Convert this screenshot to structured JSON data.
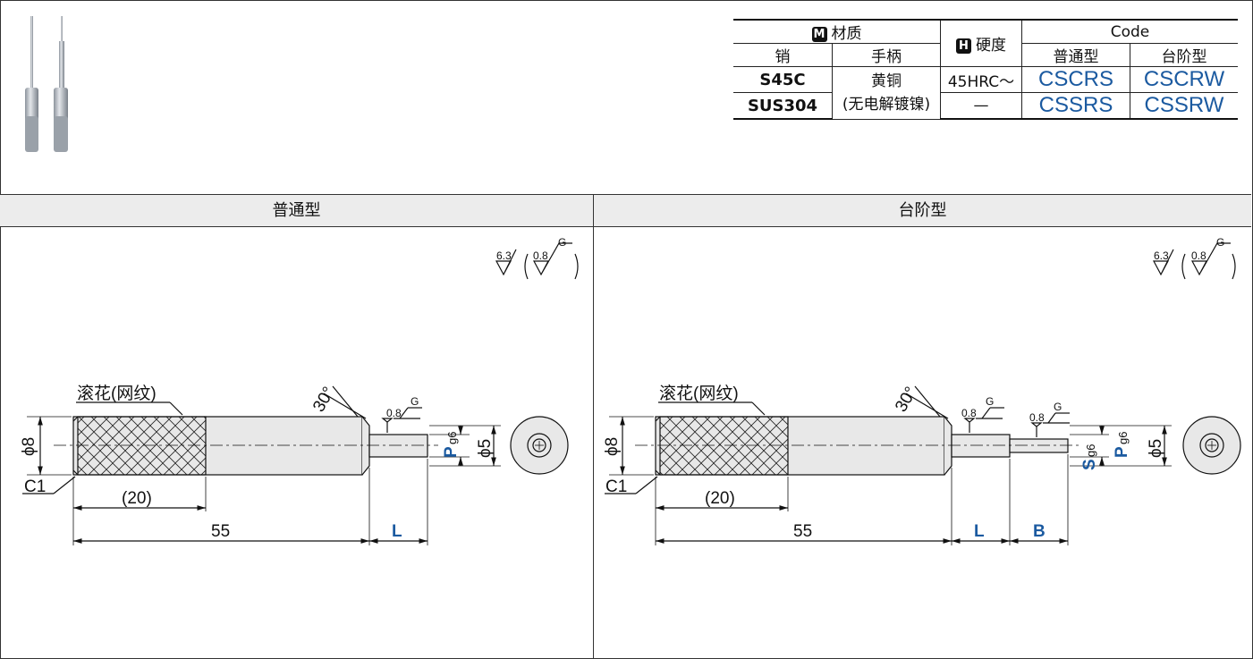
{
  "spec_table": {
    "material_header": "材质",
    "material_badge": "M",
    "hardness_header": "硬度",
    "hardness_badge": "H",
    "code_header": "Code",
    "col_pin": "销",
    "col_handle": "手柄",
    "col_normal": "普通型",
    "col_step": "台阶型",
    "rows": [
      {
        "pin": "S45C",
        "hardness": "45HRC～",
        "code_normal": "CSCRS",
        "code_step": "CSCRW"
      },
      {
        "pin": "SUS304",
        "hardness": "—",
        "code_normal": "CSSRS",
        "code_step": "CSSRW"
      }
    ],
    "handle_line1": "黄铜",
    "handle_line2": "(无电解镀镍)"
  },
  "sections": {
    "normal_title": "普通型",
    "step_title": "台阶型"
  },
  "drawing": {
    "knurl_label": "滚花(网纹)",
    "angle": "30°",
    "dia8": "ϕ8",
    "dia5": "ϕ5",
    "chamfer": "C1",
    "knurl_len": "(20)",
    "total_len": "55",
    "dim_L": "L",
    "dim_B": "B",
    "dim_P": "P",
    "dim_S": "S",
    "tol_g6": "g6",
    "rough_main": "6.3",
    "rough_fine": "0.8",
    "grind": "G"
  },
  "colors": {
    "accent_blue": "#1b5aa0"
  }
}
